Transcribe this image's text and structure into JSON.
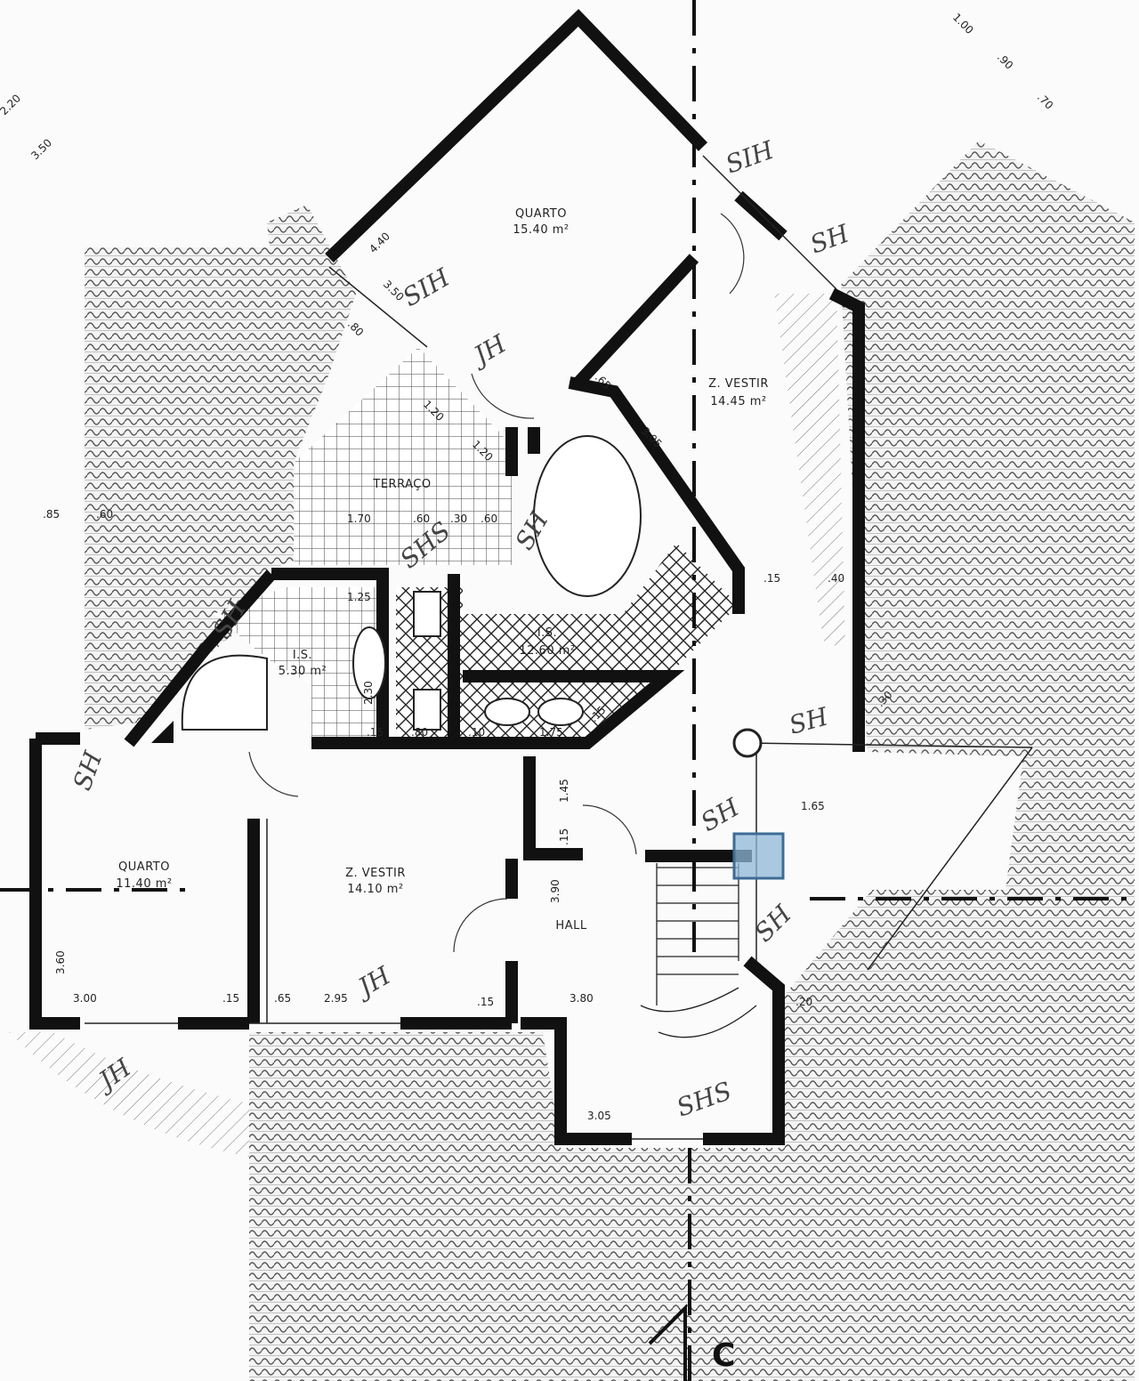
{
  "rooms": [
    {
      "id": "quarto-top",
      "name": "QUARTO",
      "area": "15.40 m²"
    },
    {
      "id": "vestir-right",
      "name": "Z. VESTIR",
      "area": "14.45 m²"
    },
    {
      "id": "terraco",
      "name": "TERRAÇO",
      "area": ""
    },
    {
      "id": "wc-small",
      "name": "I.S.",
      "area": "5.30 m²"
    },
    {
      "id": "wc-large",
      "name": "I.S.",
      "area": "12.60 m²"
    },
    {
      "id": "quarto-left",
      "name": "QUARTO",
      "area": "11.40 m²"
    },
    {
      "id": "vestir-center",
      "name": "Z. VESTIR",
      "area": "14.10 m²"
    },
    {
      "id": "hall",
      "name": "HALL",
      "area": ""
    }
  ],
  "dimensions": [
    "1.00",
    ".90",
    ".70",
    "2.20",
    "3.50",
    "4.40",
    "3.50",
    ".80",
    "1.20",
    ".65",
    "3.05",
    "1.20",
    ".85",
    ".60",
    "1.70",
    ".60",
    ".30",
    ".60",
    ".15",
    ".40",
    "1.25",
    "2.30",
    ".15",
    ".80",
    ".10",
    "1.75",
    ".15",
    ".30",
    "1.45",
    ".15",
    "1.65",
    "3.90",
    "3.60",
    "3.00",
    ".15",
    ".65",
    "2.95",
    ".15",
    "3.80",
    ".20",
    "3.05"
  ],
  "annotations": [
    "SIH",
    "SH",
    "SIH",
    "JH",
    "SH",
    "SHS",
    "SH",
    "SH",
    "SH",
    "SH",
    "SH",
    "JH",
    "SHS",
    "JH"
  ],
  "section_marker": "C",
  "highlight_color": "#8fb8d8"
}
